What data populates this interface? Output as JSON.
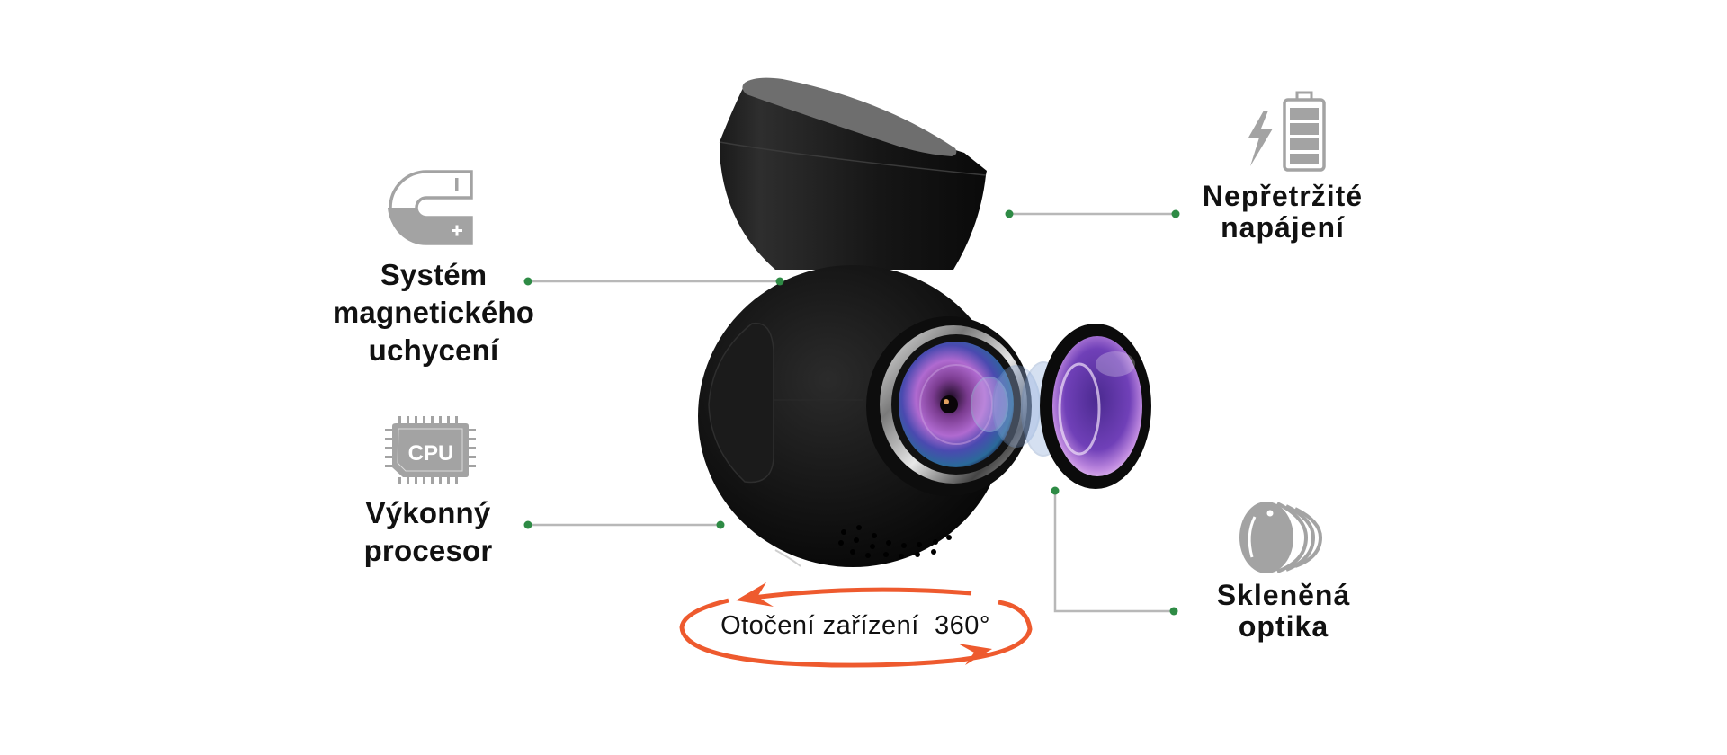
{
  "features": {
    "magnetic_mount": {
      "line1": "Systém",
      "line2": "magnetického",
      "line3": "uchycení",
      "icon": "magnet-icon"
    },
    "processor": {
      "line1": "Výkonný",
      "line2": "procesor",
      "icon": "cpu-icon",
      "icon_text": "CPU"
    },
    "power": {
      "line1": "Nepřetržité",
      "line2": "napájení",
      "icon": "battery-charging-icon"
    },
    "optics": {
      "line1": "Skleněná",
      "line2": "optika",
      "icon": "glass-lens-icon"
    }
  },
  "rotation": {
    "label": "Otočení zařízení  360°",
    "icon": "rotate-360-icon"
  },
  "colors": {
    "accent_orange": "#ee5a2e",
    "connector_dot_green": "#2e8b45",
    "connector_line": "#b8b8b8",
    "icon_gray": "#a3a3a3",
    "text": "#111111"
  }
}
